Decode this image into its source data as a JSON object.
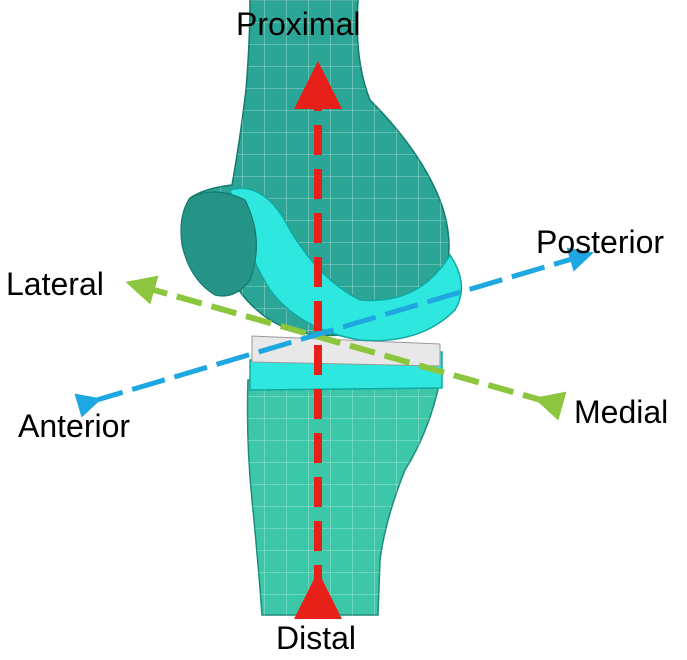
{
  "labels": {
    "proximal": "Proximal",
    "distal": "Distal",
    "lateral": "Lateral",
    "posterior": "Posterior",
    "anterior": "Anterior",
    "medial": "Medial"
  },
  "colors": {
    "bone_fill": "#2aa596",
    "bone_mesh": "#d9f5ee",
    "tibia_fill": "#3cc8a8",
    "cartilage": "#2ee8e0",
    "meniscus": "#e8e8e8",
    "proximal_distal_axis": "#e8201a",
    "lateral_medial_axis": "#8cc63f",
    "anterior_posterior_axis": "#1ea7e1"
  }
}
